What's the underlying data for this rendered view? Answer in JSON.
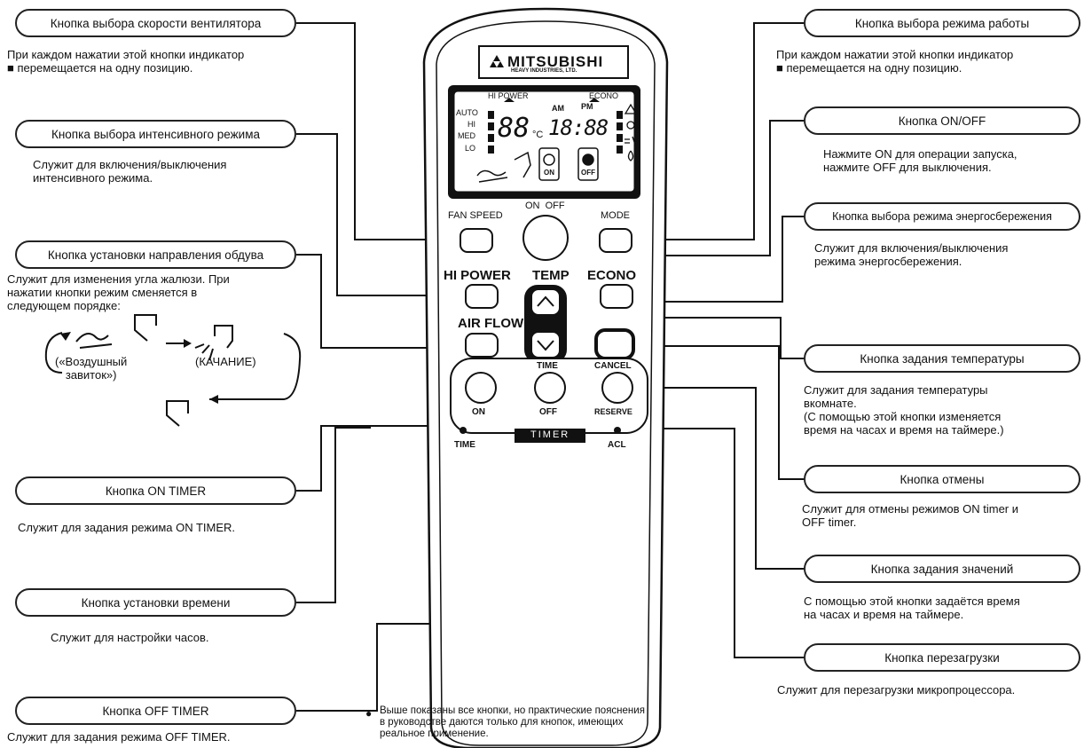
{
  "remote": {
    "brand": "MITSUBISHI",
    "brand_sub": "HEAVY INDUSTRIES, LTD.",
    "display": {
      "hi_power": "HI POWER",
      "econo": "ECONO",
      "fan_levels": [
        "AUTO",
        "HI",
        "MED",
        "LO"
      ],
      "am": "AM",
      "pm": "PM",
      "temp_digits": "88",
      "temp_unit": "°C",
      "clock": "18:88",
      "timer_on": "ON",
      "timer_off": "OFF"
    },
    "buttons": {
      "fan_speed": "FAN SPEED",
      "on_off": "ON  OFF",
      "mode": "MODE",
      "hi_power": "HI POWER",
      "temp": "TEMP",
      "econo": "ECONO",
      "air_flow": "AIR FLOW",
      "time": "TIME",
      "cancel": "CANCEL",
      "on": "ON",
      "off": "OFF",
      "reserve": "RESERVE",
      "timer": "TIMER",
      "time_small": "TIME",
      "acl": "ACL"
    }
  },
  "left": [
    {
      "label": "Кнопка выбора скорости вентилятора",
      "desc": "При каждом нажатии этой кнопки индикатор\n■ перемещается на одну позицию."
    },
    {
      "label": "Кнопка выбора интенсивного режима",
      "desc": "Служит для включения/выключения\nинтенсивного режима."
    },
    {
      "label": "Кнопка установки направления обдува",
      "desc": "Служит для изменения угла жалюзи. При\nнажатии кнопки режим сменяется в\nследующем порядке:"
    },
    {
      "label": "Кнопка ON TIMER",
      "desc": "Служит для задания режима ON TIMER."
    },
    {
      "label": "Кнопка установки времени",
      "desc": "Служит для настройки часов."
    },
    {
      "label": "Кнопка OFF TIMER",
      "desc": "Служит для задания режима OFF TIMER."
    }
  ],
  "right": [
    {
      "label": "Кнопка выбора режима работы",
      "desc": "При каждом нажатии этой кнопки индикатор\n■ перемещается на одну позицию."
    },
    {
      "label": "Кнопка ON/OFF",
      "desc": "Нажмите ON для операции запуска,\nнажмите OFF для выключения."
    },
    {
      "label": "Кнопка выбора режима энергосбережения",
      "desc": "Служит для включения/выключения\nрежима энергосбережения."
    },
    {
      "label": "Кнопка задания температуры",
      "desc": "Служит для задания температуры\nвкомнате.\n(С помощью этой кнопки изменяется\nвремя на часах и время на таймере.)"
    },
    {
      "label": "Кнопка отмены",
      "desc": "Служит для отмены режимов ON timer и\nOFF timer."
    },
    {
      "label": "Кнопка задания значений",
      "desc": "С помощью этой кнопки задаётся время\nна часах и время на таймере."
    },
    {
      "label": "Кнопка перезагрузки",
      "desc": "Служит для перезагрузки микропроцессора."
    }
  ],
  "airflow": {
    "curl_label": "(«Воздушный\nзавиток»)",
    "swing_label": "(КАЧАНИЕ)"
  },
  "note": "Выше показаны все кнопки, но практические пояснения\nв руководстве даются только для кнопок, имеющих\nреальное применение."
}
